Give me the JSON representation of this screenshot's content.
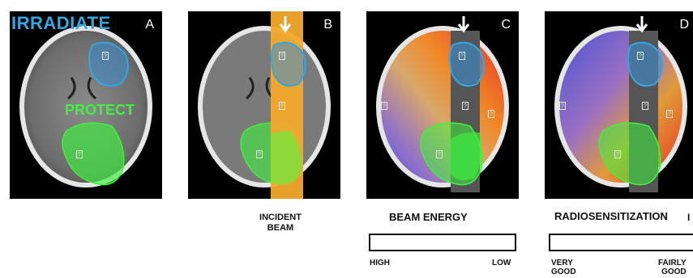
{
  "panels": [
    {
      "letter": "A"
    },
    {
      "letter": "B"
    },
    {
      "letter": "C"
    },
    {
      "letter": "D"
    }
  ],
  "labels": {
    "irradiate": "IRRADIATE",
    "protect": "PROTECT"
  },
  "markers": {
    "glyph": "?"
  },
  "captions": {
    "incident_beam_line1": "INCIDENT",
    "incident_beam_line2": "BEAM",
    "beam_energy": "BEAM ENERGY",
    "beam_energy_high": "HIGH",
    "beam_energy_low": "LOW",
    "radiosensitization": "RADIOSENSITIZATION",
    "radiosens_left_line1": "VERY",
    "radiosens_left_line2": "GOOD",
    "radiosens_right_line1": "FAIRLY",
    "radiosens_right_line2": "GOOD",
    "cut_char": "I"
  },
  "colors": {
    "target_blue": "#34a6e0",
    "protect_green": "#3ef23e",
    "beam_orange": "#f3a92c",
    "high_red": "#e8311e",
    "low_blue": "#4a55d6"
  }
}
